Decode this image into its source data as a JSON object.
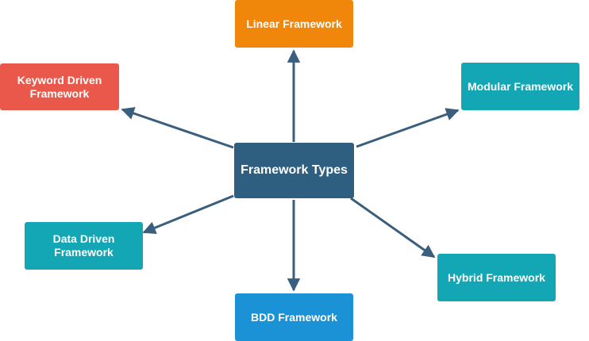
{
  "diagram": {
    "center": {
      "label": "Framework Types",
      "color": "#2E5E80"
    },
    "nodes": {
      "linear": {
        "label": "Linear Framework",
        "color": "#F0870A"
      },
      "keyword": {
        "label": "Keyword Driven\nFramework",
        "color": "#E9584A"
      },
      "modular": {
        "label": "Modular Framework",
        "color": "#13A6B4"
      },
      "data": {
        "label": "Data Driven\nFramework",
        "color": "#13A6B4"
      },
      "hybrid": {
        "label": "Hybrid Framework",
        "color": "#13A6B4"
      },
      "bdd": {
        "label": "BDD Framework",
        "color": "#1B91D6"
      }
    },
    "arrow_color": "#3A5F7E"
  }
}
